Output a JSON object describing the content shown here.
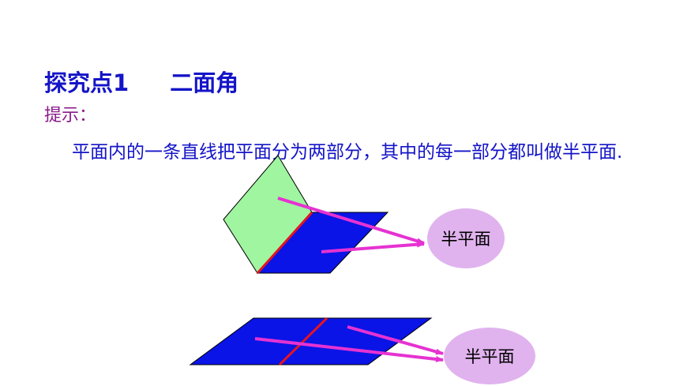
{
  "heading": {
    "section": "探究点1",
    "topic": "二面角"
  },
  "hint_label": "提示：",
  "definition": "平面内的一条直线把平面分为两部分，其中的每一部分都叫做半平面.",
  "diagram": {
    "top_callout": "半平面",
    "bottom_callout": "半平面",
    "colors": {
      "plane_blue": "#0a14e6",
      "plane_green": "#a0f5a0",
      "edge_red": "#e6141e",
      "arrow_magenta": "#e632d2",
      "callout_fill": "#e0b3ee"
    }
  }
}
